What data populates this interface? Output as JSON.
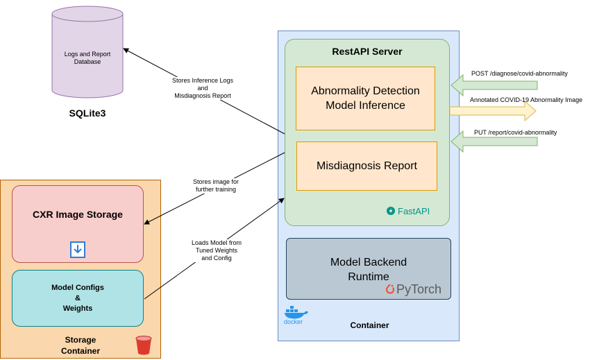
{
  "database": {
    "label_line1": "Logs and Report",
    "label_line2": "Database",
    "name": "SQLite3"
  },
  "edges": {
    "logs_line1": "Stores Inference Logs",
    "logs_line2": "and",
    "logs_line3": "Misdiagnosis Report",
    "image_line1": "Stores image for",
    "image_line2": "further training",
    "model_line1": "Loads Model from",
    "model_line2": "Tuned Weights",
    "model_line3": "and Config"
  },
  "storage": {
    "cxr": "CXR Image Storage",
    "configs_line1": "Model Configs",
    "configs_line2": "&",
    "configs_line3": "Weights",
    "title_line1": "Storage",
    "title_line2": "Container"
  },
  "server": {
    "title": "RestAPI Server",
    "inference_line1": "Abnormality Detection",
    "inference_line2": "Model Inference",
    "report": "Misdiagnosis Report",
    "fastapi": "FastAPI",
    "backend_line1": "Model Backend",
    "backend_line2": "Runtime",
    "pytorch": "PyTorch",
    "docker": "docker",
    "container": "Container"
  },
  "api": {
    "post": "POST /diagnose/covid-abnormality",
    "response": "Annotated COVID-19 Abnormality Image",
    "put": "PUT  /report/covid-abnormality"
  },
  "colors": {
    "db_fill": "#e1d5e7",
    "storage_fill": "#fad7ac",
    "cxr_fill": "#f8cecc",
    "configs_fill": "#b0e3e6",
    "container_fill": "#dae8fc",
    "server_fill": "#d5e8d4",
    "module_fill": "#ffe6cc",
    "backend_fill": "#bac8d3",
    "fastapi_green": "#009688",
    "pytorch_orange": "#ee4c2c",
    "docker_blue": "#2496ed"
  }
}
